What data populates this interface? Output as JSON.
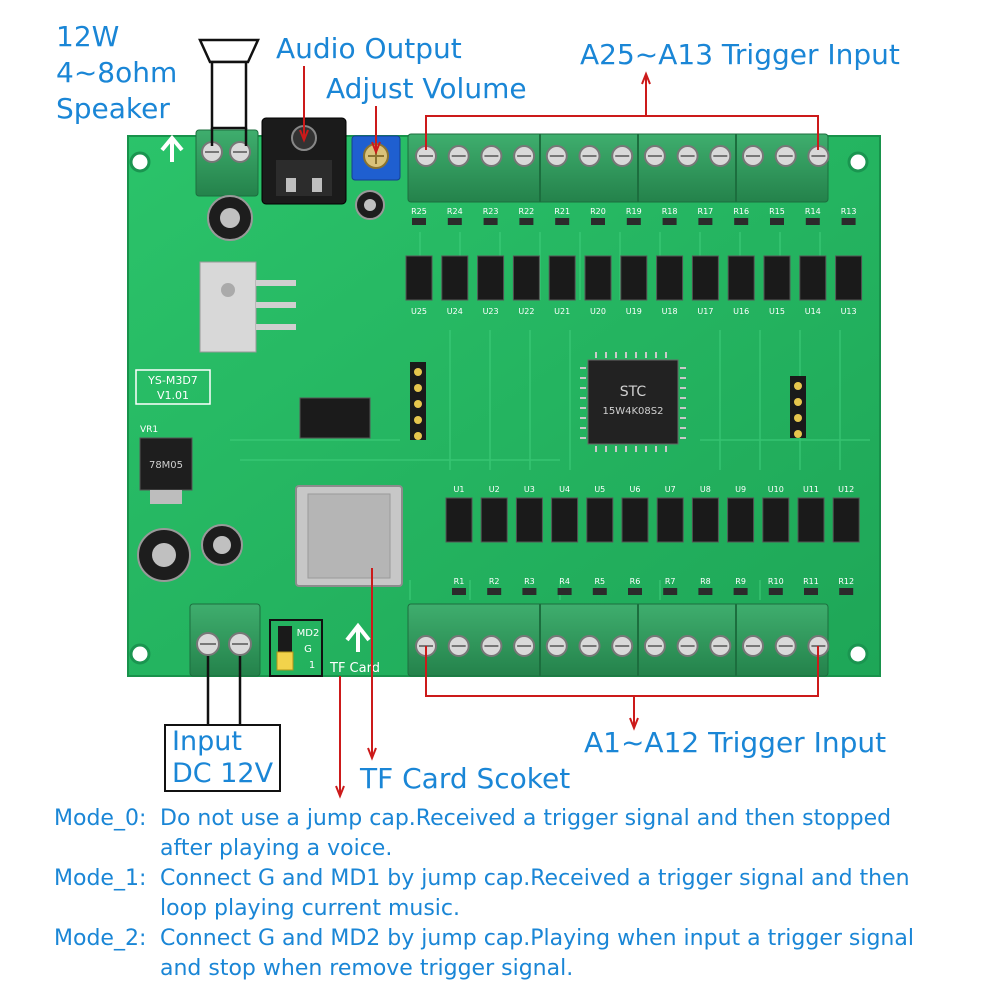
{
  "labels": {
    "speaker_line1": "12W",
    "speaker_line2": "4~8ohm",
    "speaker_line3": "Speaker",
    "audio_output": "Audio Output",
    "adjust_volume": "Adjust Volume",
    "top_trigger": "A25~A13 Trigger Input",
    "bottom_trigger": "A1~A12 Trigger Input",
    "input_line1": "Input",
    "input_line2": "DC 12V",
    "tf_card_socket": "TF Card Scoket"
  },
  "board": {
    "model": "YS-M3D7",
    "version": "V1.01",
    "tf_card_silk": "TF Card",
    "mcu_line1": "STC",
    "mcu_line2": "15W4K08S2",
    "jumper_md2": "MD2",
    "jumper_g": "G",
    "jumper_1": "1",
    "regulator": "78M05",
    "vr1": "VR1"
  },
  "modes": [
    {
      "key": "Mode_0:",
      "line1": "Do not use a jump cap.Received a trigger signal and then stopped",
      "line2": "after playing a voice."
    },
    {
      "key": "Mode_1:",
      "line1": "Connect G and MD1 by jump cap.Received a trigger signal and then",
      "line2": "loop playing current music."
    },
    {
      "key": "Mode_2:",
      "line1": "Connect G and MD2 by jump cap.Playing when input a trigger signal",
      "line2": "and stop when remove trigger signal."
    }
  ],
  "top_optos": [
    "U25",
    "U24",
    "U23",
    "U22",
    "U21",
    "U20",
    "U19",
    "U18",
    "U17",
    "U16",
    "U15",
    "U14",
    "U13"
  ],
  "top_resistors": [
    "R25",
    "R24",
    "R23",
    "R22",
    "R21",
    "R20",
    "R19",
    "R18",
    "R17",
    "R16",
    "R15",
    "R14",
    "R13"
  ],
  "bottom_optos": [
    "U1",
    "U2",
    "U3",
    "U4",
    "U5",
    "U6",
    "U7",
    "U8",
    "U9",
    "U10",
    "U11",
    "U12"
  ],
  "bottom_resistors": [
    "R1",
    "R2",
    "R3",
    "R4",
    "R5",
    "R6",
    "R7",
    "R8",
    "R9",
    "R10",
    "R11",
    "R12"
  ],
  "colors": {
    "pcb": "#21b15f",
    "terminal": "#2f9a5c",
    "label": "#1a86d6",
    "leader": "#cc1a1a"
  }
}
